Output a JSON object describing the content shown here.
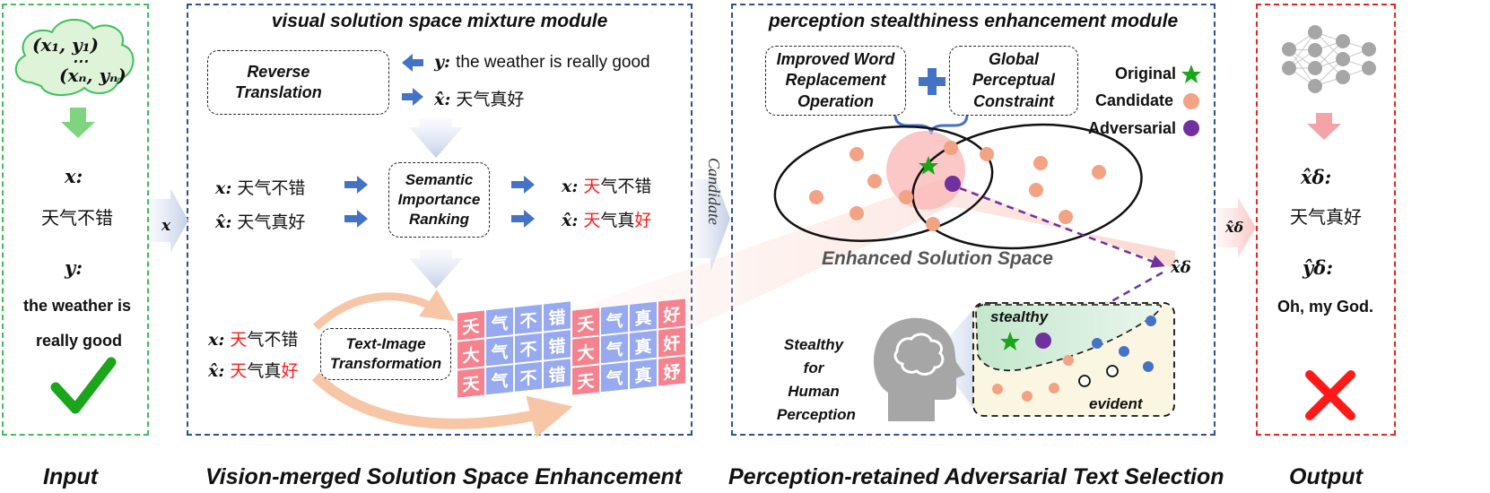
{
  "colors": {
    "input_border": "#3cbf5a",
    "module_border": "#2f4f8f",
    "output_border": "#ee2222",
    "accent_blue": "#4472c4",
    "red_text": "#ff1a1a",
    "candidate": "#f2a383",
    "adversarial": "#7030a0",
    "original": "#1aa51a"
  },
  "input": {
    "cloud_line1": "(x₁, y₁)",
    "cloud_dots": "⋯",
    "cloud_line2": "(xₙ, yₙ)",
    "x_label": "x:",
    "x_text": "天气不错",
    "y_label": "y:",
    "y_line1": "the weather is",
    "y_line2": "really good",
    "bottom_label": "Input",
    "arrow_label": "x"
  },
  "vision_module": {
    "title": "visual solution space mixture module",
    "reverse_box": {
      "line1": "Reverse",
      "line2": "Translation"
    },
    "y_label": "y:",
    "y_text": "the weather is really good",
    "xhat_label": "x̂:",
    "xhat_text": "天气真好",
    "x_label": "x:",
    "x_text": "天气不错",
    "ranking_box": {
      "line1": "Semantic",
      "line2": "Importance",
      "line3": "Ranking"
    },
    "ranked_x": {
      "label": "x:",
      "red": "天",
      "rest": "气不错"
    },
    "ranked_xhat": {
      "label": "x̂:",
      "red": "天",
      "mid": "气真",
      "red2": "好"
    },
    "lower_x": {
      "label": "x:",
      "red": "天",
      "rest": "气不错"
    },
    "lower_xhat": {
      "label": "x̂:",
      "red": "天",
      "mid": "气真",
      "red2": "好"
    },
    "transform_box": {
      "line1": "Text-Image",
      "line2": "Transformation"
    },
    "grid1": [
      {
        "c": "夭",
        "k": "r"
      },
      {
        "c": "气",
        "k": "b"
      },
      {
        "c": "不",
        "k": "b"
      },
      {
        "c": "错",
        "k": "b"
      },
      {
        "c": "大",
        "k": "r"
      },
      {
        "c": "气",
        "k": "b"
      },
      {
        "c": "不",
        "k": "b"
      },
      {
        "c": "错",
        "k": "b"
      },
      {
        "c": "天",
        "k": "r"
      },
      {
        "c": "气",
        "k": "b"
      },
      {
        "c": "不",
        "k": "b"
      },
      {
        "c": "错",
        "k": "b"
      }
    ],
    "grid2": [
      {
        "c": "夭",
        "k": "r"
      },
      {
        "c": "气",
        "k": "b"
      },
      {
        "c": "真",
        "k": "b"
      },
      {
        "c": "好",
        "k": "r"
      },
      {
        "c": "大",
        "k": "r"
      },
      {
        "c": "气",
        "k": "b"
      },
      {
        "c": "真",
        "k": "b"
      },
      {
        "c": "奸",
        "k": "r"
      },
      {
        "c": "天",
        "k": "r"
      },
      {
        "c": "气",
        "k": "b"
      },
      {
        "c": "真",
        "k": "b"
      },
      {
        "c": "妤",
        "k": "r"
      }
    ],
    "bottom_label": "Vision-merged Solution Space Enhancement",
    "candidate_label": "Candidate"
  },
  "perception_module": {
    "title": "perception stealthiness enhancement module",
    "box_left": {
      "line1": "Improved Word",
      "line2": "Replacement",
      "line3": "Operation"
    },
    "box_right": {
      "line1": "Global",
      "line2": "Perceptual",
      "line3": "Constraint"
    },
    "plus": "+",
    "legend": [
      {
        "label": "Original",
        "marker": "star-icon",
        "color": "#1aa51a"
      },
      {
        "label": "Candidate",
        "marker": "dot-icon",
        "color": "#f2a383"
      },
      {
        "label": "Adversarial",
        "marker": "dot-icon",
        "color": "#7030a0"
      }
    ],
    "space_label": "Enhanced Solution Space",
    "xdelta_label": "x̂δ",
    "human_line1": "Stealthy",
    "human_line2": "for",
    "human_line3": "Human",
    "human_line4": "Perception",
    "stealthy_label": "stealthy",
    "evident_label": "evident",
    "bottom_label": "Perception-retained Adversarial Text Selection",
    "arrow_label": "x̂δ"
  },
  "output": {
    "network_icon": "neural-network-icon",
    "xdelta_label": "x̂δ:",
    "xdelta_text": "天气真好",
    "ydelta_label": "ŷδ:",
    "ydelta_text": "Oh, my God.",
    "bottom_label": "Output"
  }
}
